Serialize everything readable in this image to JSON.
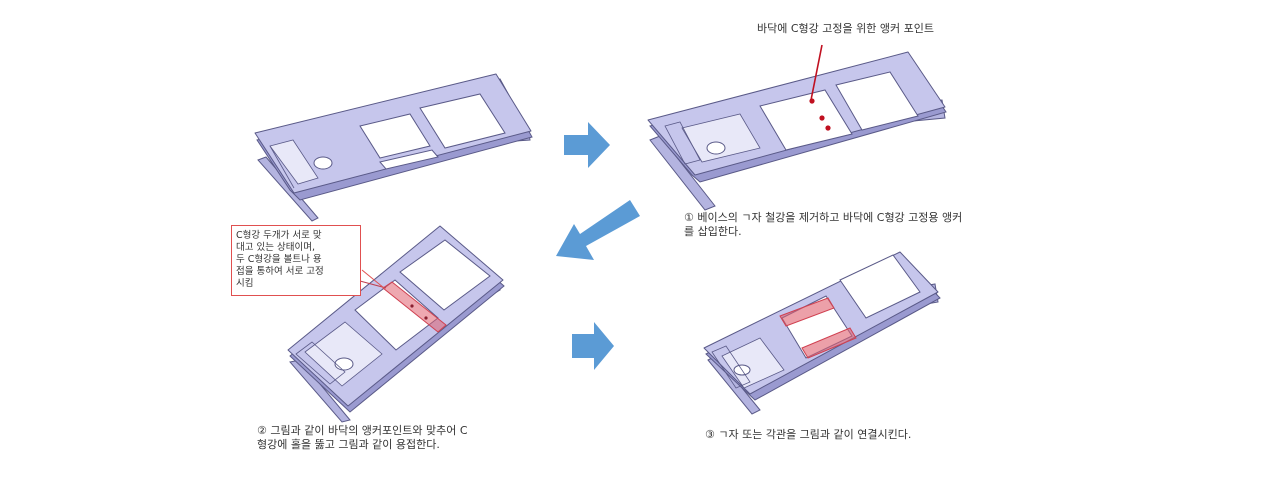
{
  "annotations": {
    "anchor_label": "바닥에 C형강 고정을 위한 앵커 포인트",
    "note_lines": [
      "C형강 두개가 서로 맞",
      "대고 있는 상태이며,",
      "두 C형강을 볼트나 용",
      "접을 통하여 서로 고정",
      "시킴"
    ]
  },
  "steps": [
    {
      "lines": [
        "① 베이스의 ㄱ자 철강을 제거하고 바닥에 C형강 고정용 앵커",
        "를 삽입한다."
      ]
    },
    {
      "lines": [
        "② 그림과 같이 바닥의 앵커포인트와 맞추어 C",
        "형강에 홀을 뚫고 그림과 같이 용접한다."
      ]
    },
    {
      "lines": [
        "③ ㄱ자 또는 각관을 그림과 같이 연결시킨다."
      ]
    }
  ],
  "colors": {
    "frame_top": "#c6c6ec",
    "frame_side": "#9a9ad0",
    "frame_edge": "#5a5a88",
    "arrow": "#5b9bd5",
    "anchor": "#c01020",
    "highlight": "#e06070",
    "note_border": "#e05050"
  }
}
